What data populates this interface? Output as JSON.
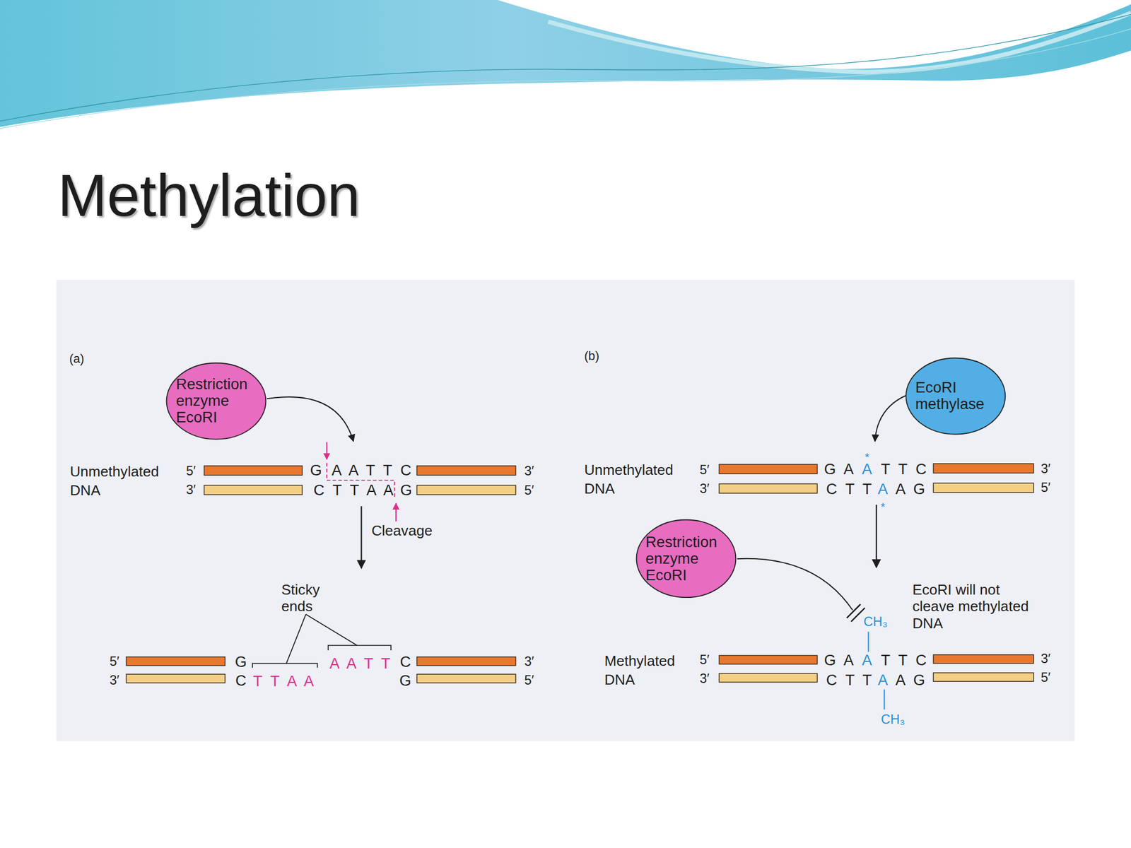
{
  "diagram": {
    "title": "Methylation",
    "nodes": [
      {
        "text": [
          "Restriction enzyme EcoRI"
        ]
      },
      {
        "text": [
          "EcoRI methylase"
        ]
      },
      {
        "text": [
          "Restriction enzyme EcoRI"
        ]
      }
    ],
    "labels": [
      "(a)",
      "Unmethylated DNA",
      "5′",
      "G",
      "A A T T C",
      "3′",
      "3′",
      "C T T A A",
      "G",
      "5′",
      "Cleavage",
      "Sticky ends",
      "5′",
      "G",
      "A A T T",
      "C",
      "3′",
      "3′",
      "C",
      "T T A A",
      "G",
      "5′",
      "(b)",
      "Unmethylated DNA",
      "*",
      "5′",
      "G A",
      "A",
      "T T C",
      "3′",
      "3′",
      "C T T",
      "A",
      "A G",
      "5′",
      "*",
      "EcoRI will not cleave methylated DNA",
      "CH₃",
      "Methylated DNA",
      "5′",
      "G A",
      "A",
      "T T C",
      "3′",
      "3′",
      "C T T",
      "A",
      "A G",
      "5′",
      "CH₃"
    ]
  }
}
